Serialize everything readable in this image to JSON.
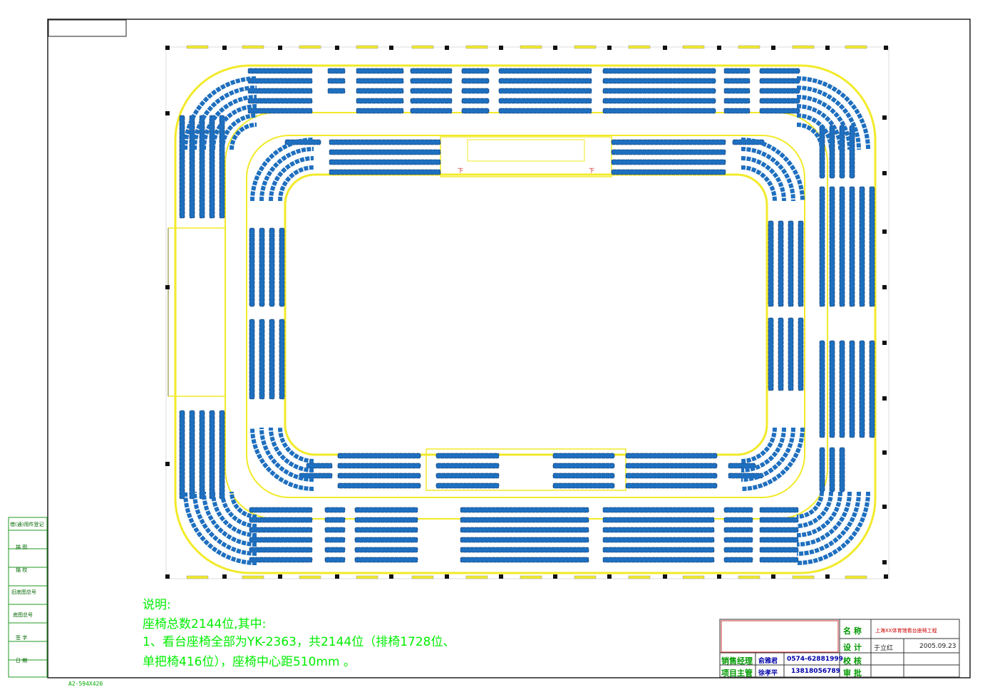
{
  "notes": {
    "title": "说明:",
    "line1": "座椅总数2144位,其中:",
    "line2": "1、看台座椅全部为YK-2363，共2144位（排椅1728位、",
    "line3": "单把椅416位），座椅中心距510mm 。"
  },
  "left_stamps": [
    "借(通)用件登记",
    "描  图",
    "描  校",
    "旧底图总号",
    "底图总号",
    "签  字",
    "日  期"
  ],
  "sheet_size": "A2-594X420",
  "title_block": {
    "name_label": "名  称",
    "project_name": "上海XX体育馆看台座椅工程",
    "design_label": "设  计",
    "designer": "于立红",
    "date": "2005.09.23",
    "check_label": "校  核",
    "approve_label": "审  批",
    "sales_manager_label": "销售经理",
    "sales_manager_name": "俞雅君",
    "sales_phone": "0574-62881999",
    "project_manager_label": "项目主管",
    "project_manager_name": "徐孝平",
    "project_phone": "13818056789"
  },
  "colors": {
    "seat": "#1e6fbf",
    "seat_border": "#0b2b5a",
    "structure": "#f2ea2a",
    "note_text": "#00ee00"
  }
}
